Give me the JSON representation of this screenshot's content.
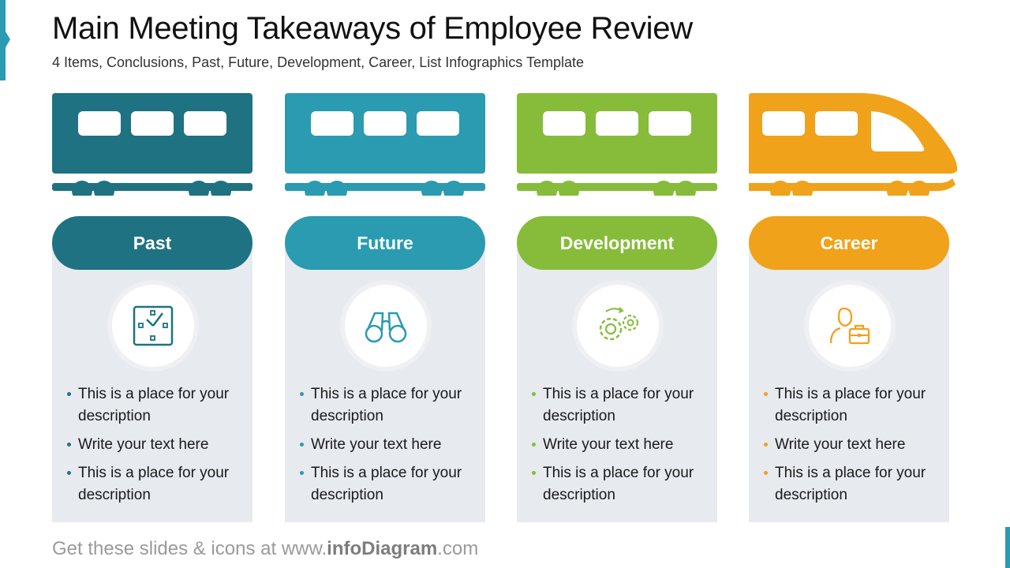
{
  "title": "Main Meeting Takeaways of Employee Review",
  "subtitle": "4 Items, Conclusions, Past, Future, Development, Career, List Infographics Template",
  "colors": {
    "past": "#1f7282",
    "future": "#2a9bb0",
    "development": "#86bc3a",
    "career": "#f0a21a",
    "card_bg": "#e7eaee"
  },
  "columns": [
    {
      "label": "Past",
      "icon": "clock-calendar-icon",
      "bullets": [
        "This is a place for your description",
        "Write your text here",
        "This is a place for your description"
      ]
    },
    {
      "label": "Future",
      "icon": "binoculars-icon",
      "bullets": [
        "This is a place for your description",
        "Write your text here",
        "This is a place for your description"
      ]
    },
    {
      "label": "Development",
      "icon": "gears-icon",
      "bullets": [
        "This is a place for your description",
        "Write your text here",
        "This is a place for your description"
      ]
    },
    {
      "label": "Career",
      "icon": "person-briefcase-icon",
      "bullets": [
        "This is a place for your description",
        "Write your text here",
        "This is a place for your description"
      ]
    }
  ],
  "footer": {
    "prefix": "Get these slides & icons at www.",
    "brand": "infoDiagram",
    "suffix": ".com"
  }
}
